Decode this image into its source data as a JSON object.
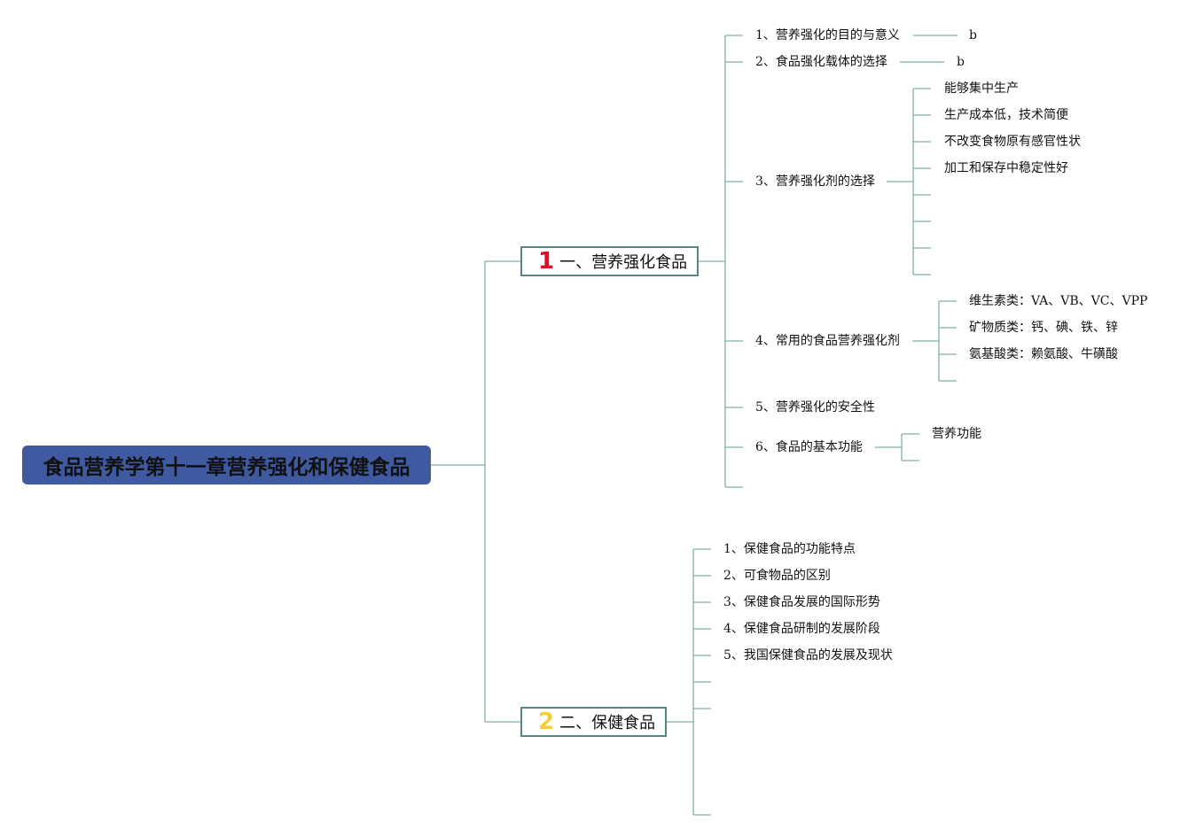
{
  "root": {
    "title": "食品营养学第十一章营养强化和保健食品"
  },
  "branch1": {
    "number": "1",
    "number_color": "#d8112b",
    "label": "一、营养强化食品",
    "items": [
      {
        "label": "1、营养强化的目的与意义",
        "tail": "b"
      },
      {
        "label": "2、食品强化载体的选择",
        "tail": "b"
      },
      {
        "label": "3、营养强化剂的选择",
        "children": [
          "能够集中生产",
          "生产成本低，技术简便",
          "不改变食物原有感官性状",
          "加工和保存中稳定性好"
        ]
      },
      {
        "label": "4、常用的食品营养强化剂",
        "children": [
          "维生素类：VA、VB、VC、VPP",
          "矿物质类：钙、碘、铁、锌",
          "氨基酸类：赖氨酸、牛磺酸"
        ]
      },
      {
        "label": "5、营养强化的安全性"
      },
      {
        "label": "6、食品的基本功能",
        "children": [
          "营养功能"
        ]
      }
    ]
  },
  "branch2": {
    "number": "2",
    "number_color": "#f2cf3a",
    "label": "二、保健食品",
    "items": [
      {
        "label": "1、保健食品的功能特点"
      },
      {
        "label": "2、可食物品的区别"
      },
      {
        "label": "3、保健食品发展的国际形势"
      },
      {
        "label": "4、保健食品研制的发展阶段"
      },
      {
        "label": "5、我国保健食品的发展及现状"
      }
    ]
  },
  "colors": {
    "root_fill": "#3f5aa0",
    "line": "#6fa69e",
    "line_dark": "#4e8a82"
  }
}
